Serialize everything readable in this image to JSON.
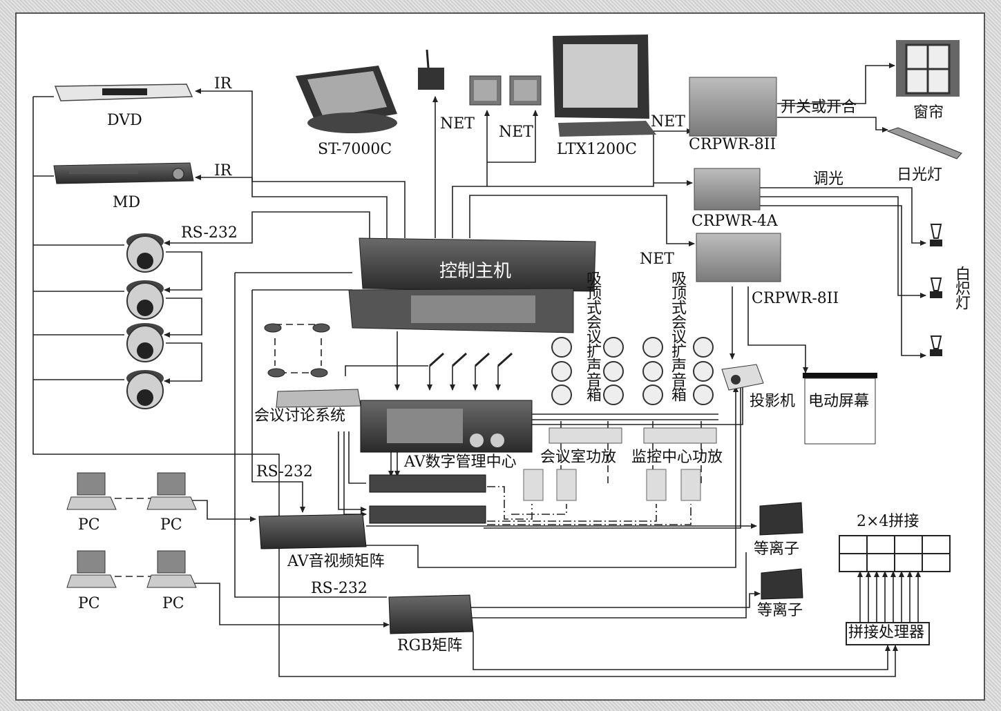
{
  "title": "控制主机",
  "labels": {
    "dvd": "DVD",
    "md": "MD",
    "ir1": "IR",
    "ir2": "IR",
    "rs232_cam": "RS-232",
    "rs232_av": "RS-232",
    "rs232_rgb": "RS-232",
    "st7000c": "ST-7000C",
    "ltx1200c": "LTX1200C",
    "net1": "NET",
    "net2": "NET",
    "net3": "NET",
    "net4": "NET",
    "crpwr8ii_top": "CRPWR-8II",
    "crpwr4a": "CRPWR-4A",
    "crpwr8ii_bottom": "CRPWR-8II",
    "switch_open": "开关或开合",
    "curtain": "窗帘",
    "fluorescent": "日光灯",
    "dimming": "调光",
    "incandescent": "白炽灯",
    "ceiling_speakers_1": "吸顶式会议扩声音箱",
    "ceiling_speakers_2": "吸顶式会议扩声音箱",
    "discussion_system": "会议讨论系统",
    "av_center": "AV数字管理中心",
    "meeting_amp": "会议室功放",
    "monitor_amp": "监控中心功放",
    "projector": "投影机",
    "screen": "电动屏幕",
    "pc1": "PC",
    "pc2": "PC",
    "pc3": "PC",
    "pc4": "PC",
    "av_matrix": "AV音视频矩阵",
    "rgb_matrix": "RGB矩阵",
    "plasma1": "等离子",
    "plasma2": "等离子",
    "splice": "2×4拼接",
    "splice_processor": "拼接处理器"
  },
  "colors": {
    "line": "#222222",
    "device_dark": "#3a3a3a",
    "device_mid": "#8a8a8a",
    "device_light": "#c8c8c8"
  }
}
